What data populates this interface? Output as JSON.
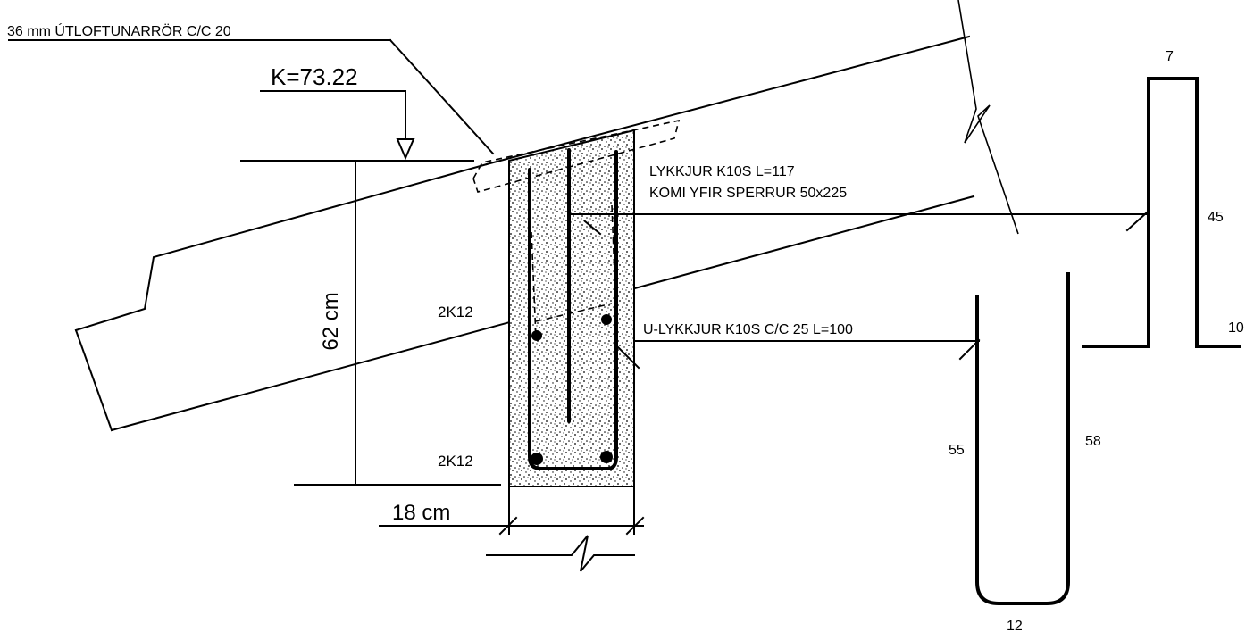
{
  "drawing": {
    "vent_pipe_label": "36 mm ÚTLOFTUNARRÖR C/C 20",
    "level_label": "K=73.22",
    "height_dim_label": "62 cm",
    "width_dim_label": "18 cm",
    "top_bars_label": "2K12",
    "bottom_bars_label": "2K12",
    "stirrup_label_line1": "LYKKJUR K10S  L=117",
    "stirrup_label_line2": "KOMI YFIR SPERRUR 50x225",
    "u_stirrup_label": "U-LYKKJUR K10S C/C 25 L=100",
    "lykkja_shape": {
      "top_dim": "7",
      "side_dim": "45",
      "foot_dim": "10"
    },
    "u_shape": {
      "left_leg_dim": "55",
      "right_leg_dim": "58",
      "bottom_dim": "12"
    }
  }
}
